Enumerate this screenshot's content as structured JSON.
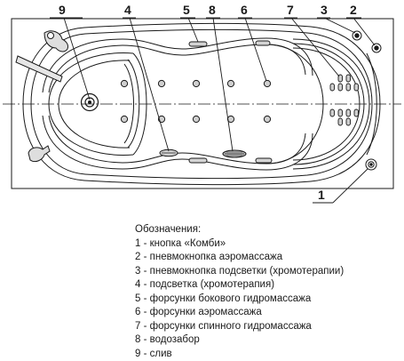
{
  "callouts": {
    "c1": "1",
    "c2": "2",
    "c3": "3",
    "c4": "4",
    "c5": "5",
    "c6": "6",
    "c7": "7",
    "c8": "8",
    "c9": "9"
  },
  "legend": {
    "title": "Обозначения:",
    "items": [
      "1 - кнопка «Комби»",
      "2 - пневмокнопка аэромассажа",
      "3 - пневмокнопка подсветки (хромотерапии)",
      "4 - подсветка (хромотерапия)",
      "5 - форсунки бокового гидромассажа",
      "6 - форсунки аэромассажа",
      "7 - форсунки спинного гидромассажа",
      "8 - водозабор",
      "9 - слив"
    ]
  },
  "colors": {
    "line": "#1a1a1a",
    "background": "#ffffff"
  }
}
